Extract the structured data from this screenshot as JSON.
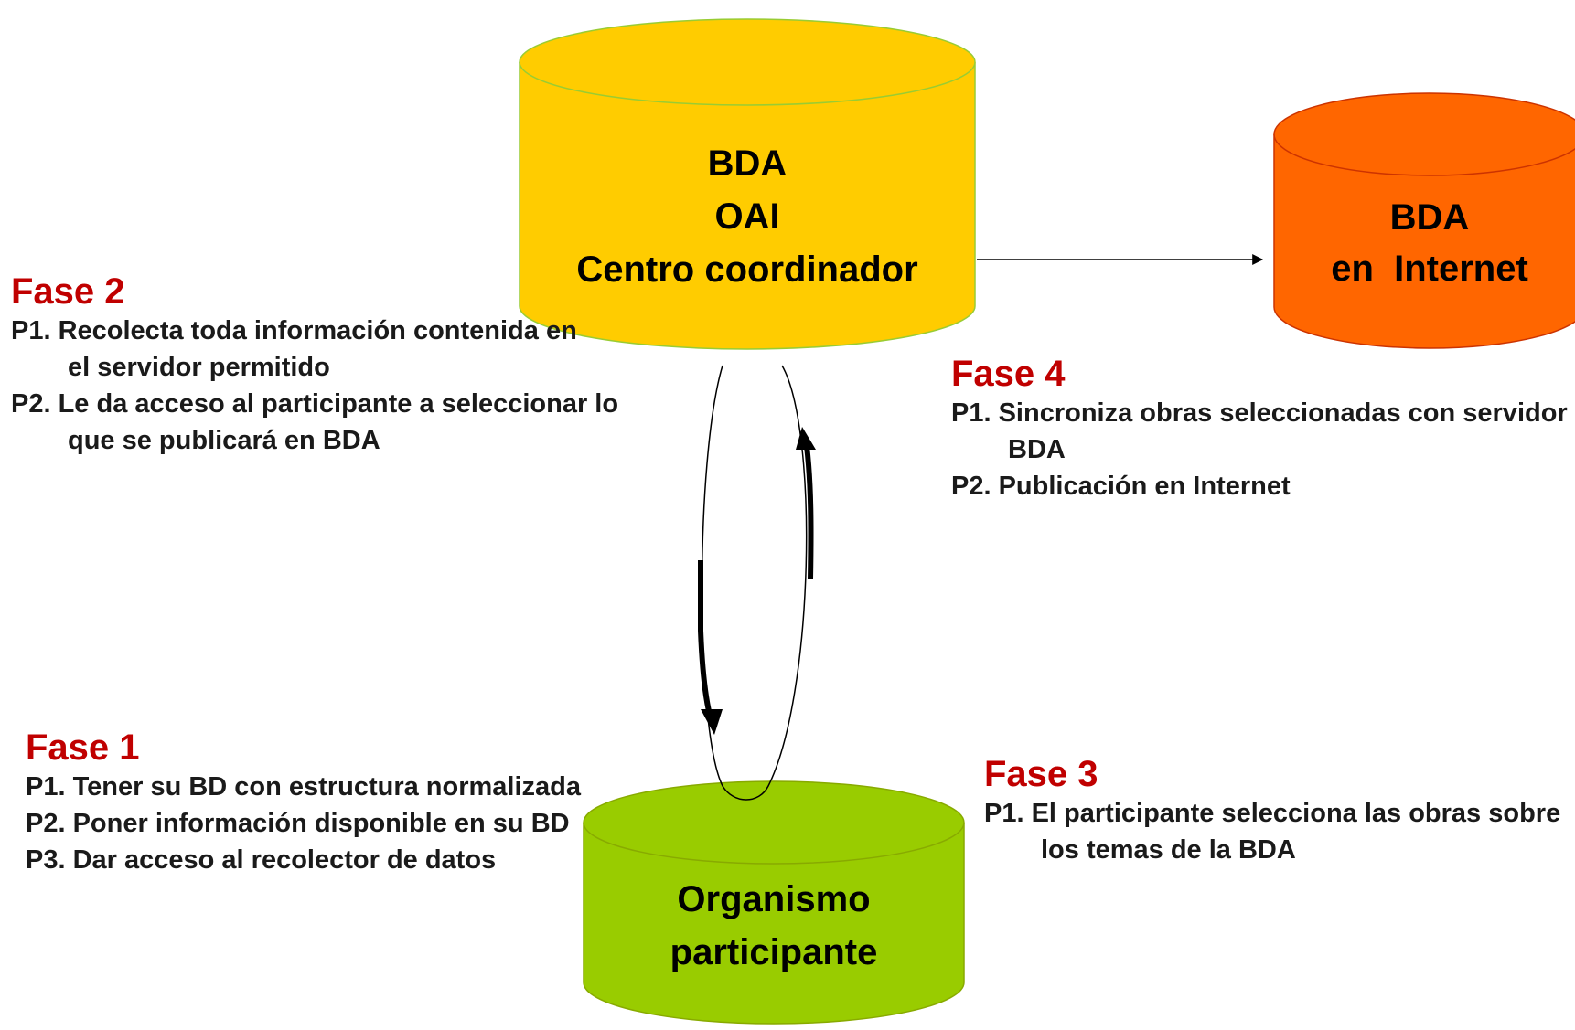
{
  "cylinders": {
    "central": {
      "lines": [
        "BDA",
        "OAI",
        "Centro coordinador"
      ],
      "color": "#ffcc00"
    },
    "internet": {
      "lines": [
        "BDA",
        "en  Internet"
      ],
      "color": "#ff6600"
    },
    "participant": {
      "lines": [
        "Organismo",
        "participante"
      ],
      "color": "#99cc00"
    }
  },
  "phases": {
    "fase2": {
      "title": "Fase 2",
      "steps": [
        "P1. Recolecta  toda información contenida en el servidor permitido",
        "P2. Le da acceso al participante a seleccionar lo que se publicará en BDA"
      ]
    },
    "fase4": {
      "title": "Fase 4",
      "steps": [
        "P1. Sincroniza obras seleccionadas con servidor BDA",
        "P2. Publicación en Internet"
      ]
    },
    "fase1": {
      "title": "Fase 1",
      "steps": [
        "P1. Tener su BD con estructura normalizada",
        "P2. Poner información disponible en su BD",
        "P3. Dar acceso al recolector de datos"
      ]
    },
    "fase3": {
      "title": "Fase 3",
      "steps": [
        "P1. El participante selecciona las obras sobre los temas de la BDA"
      ]
    }
  }
}
